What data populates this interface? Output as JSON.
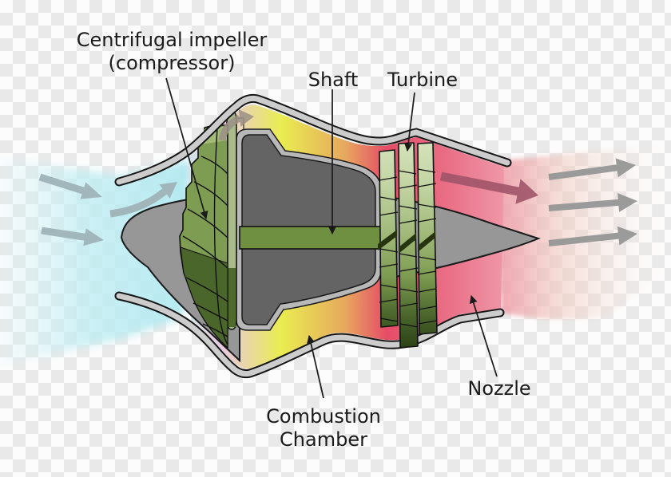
{
  "diagram": {
    "subject": "centrifugal-flow turbojet engine cross-section",
    "labels": {
      "impeller_line1": "Centrifugal impeller",
      "impeller_line2": "(compressor)",
      "shaft": "Shaft",
      "turbine": "Turbine",
      "combustion_line1": "Combustion",
      "combustion_line2": "Chamber",
      "nozzle": "Nozzle"
    },
    "colors": {
      "intake_air_cyan": "#b0e9f0",
      "compressed_air_pink": "#e9c9df",
      "combustion_yellow": "#e9ed50",
      "combustion_orange": "#e7a85e",
      "exhaust_red": "#e64c67",
      "exhaust_plume_pink": "#ee94a3",
      "casing_gray": "#cccccc",
      "chamber_outline_gray": "#b8b8b8",
      "chamber_gray": "#646464",
      "hub_gray": "#979797",
      "impeller_green": "#7e9d52",
      "impeller_dark_green": "#4b662a",
      "disc_sage_green": "#a9bb8b",
      "inner_liner_peach": "#eed9bd",
      "shaft_green": "#6e9040",
      "turbine_light_green": "#d6e2bd",
      "turbine_dark_green": "#2a4014",
      "flow_arrow_blue_gray": "#9fb4b8",
      "plume_arrow_gray": "#979797",
      "exhaust_arrow_mauve": "#a05468",
      "outline_black": "#1a1a1a",
      "label_text": "#1b1b1b"
    }
  }
}
